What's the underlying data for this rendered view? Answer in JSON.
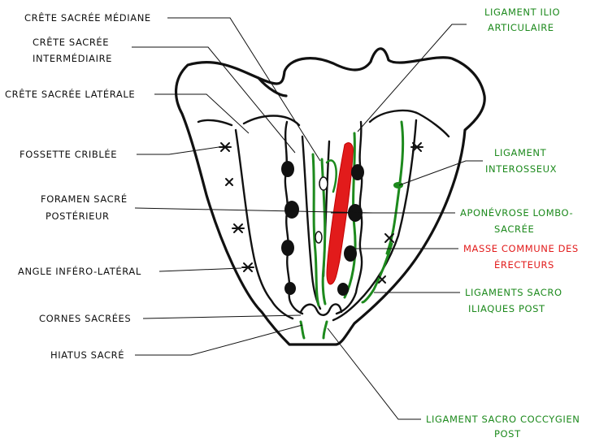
{
  "labels": {
    "crete_mediane": "CRÊTE SACRÉE MÉDIANE",
    "crete_intermediaire_1": "CRÊTE SACRÉE",
    "crete_intermediaire_2": "INTERMÉDIAIRE",
    "crete_laterale": "CRÊTE SACRÉE LATÉRALE",
    "fossette_criblee": "FOSSETTE CRIBLÉE",
    "foramen_1": "FORAMEN SACRÉ",
    "foramen_2": "POSTÉRIEUR",
    "angle_infero_lateral": "ANGLE INFÉRO-LATÉRAL",
    "cornes_sacrees": "CORNES SACRÉES",
    "hiatus_sacre": "HIATUS SACRÉ",
    "lig_ilio_1": "LIGAMENT ILIO",
    "lig_ilio_2": "ARTICULAIRE",
    "lig_inter_1": "LIGAMENT",
    "lig_inter_2": "INTEROSSEUX",
    "apon_1": "APONÉVROSE LOMBO-",
    "apon_2": "SACRÉE",
    "masse_1": "MASSE COMMUNE DES",
    "masse_2": "ÉRECTEURS",
    "lig_sacro_iliaques_1": "LIGAMENTS SACRO",
    "lig_sacro_iliaques_2": "ILIAQUES POST",
    "lig_coccy_1": "LIGAMENT SACRO COCCYGIEN",
    "lig_coccy_2": "POST"
  },
  "colors": {
    "black": "#111111",
    "green": "#1d8a1d",
    "red": "#e21b1b"
  }
}
